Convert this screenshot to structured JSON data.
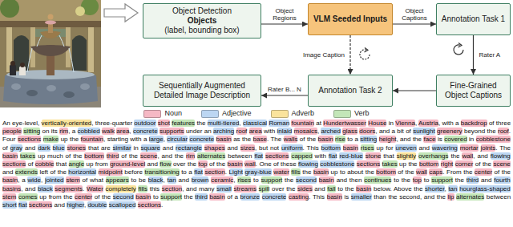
{
  "diagram": {
    "nodes": [
      {
        "text": [
          "Object Detection",
          "Objects",
          "(label, bounding box)"
        ]
      },
      {
        "text": [
          "VLM Seeded Inputs"
        ]
      },
      {
        "text": [
          "Annotation Task 1"
        ]
      },
      {
        "text": [
          "Fine-Grained Object Captions"
        ]
      },
      {
        "text": [
          "Annotation Task 2"
        ]
      },
      {
        "text": [
          "Sequentially Augmented Detailed Image Description"
        ]
      }
    ],
    "edges": [
      {
        "from": 0,
        "to": 1,
        "label": "Object Regions",
        "arrow": "to"
      },
      {
        "from": 1,
        "to": 2,
        "label": "Object Captions",
        "arrow": "to"
      },
      {
        "from": 2,
        "to": 3,
        "label": "Rater A",
        "arrow": "to"
      },
      {
        "from": 3,
        "to": 4,
        "arrow": "to"
      },
      {
        "from": 1,
        "to": 4,
        "label": "Image Caption",
        "arrow": "to"
      },
      {
        "from": 4,
        "to": 5,
        "label": "Rater B... N",
        "arrow": "to"
      }
    ],
    "labels": [
      "An eye-level, vertically-oriented, three-quarter outdoor shot features the multi-tiered, classical Roman fountain at Hundertwasser House in Vienna, Austria, with a backdrop of three people sitting on its rim, a cobbled walk area, concrete supports under an arching roof area with inlaid mosaics, arched glass doors, and a bit of sunlight greenery beyond the roof. Four sections make up the fountain, starting with a large, circular concrete basin as the base. The walls of the basin rise to a sitting height, and the face is covered in cobblestone of gray and dark blue stones that are similar in square and rectangle shapes and sizes, but not uniform. This bottom basin rises up for uneven and wavering mortar joints. The basin takes up much of the bottom third of the scene, and the rim alternates between flat sections capped with flat red-blue stone that slightly overhangs the wall, and flowing sections of cobble that angle up from ground-level and flow over the top of the basin wall. One of these flowing cobblestone sections takes up the bottom right corner of the scene and extends left of the horizontal midpoint before transitioning to a flat section. Light gray-blue water fills the basin up to about the bottom of the wall caps. From the center of the basin, a wide, jointed stem of what appears to be black, tan and brown ceramic, rises to support the second basin and then continues to the top to support the third and fourth basins, and black segments. Water completely fills this section, and many small streams spill over the sides and fall to the basin below. Above the shorter, tan hourglass-shaped stem comes up from the center of the second basin to support the third basin of a bronze concrete casting. This basin is smaller than the second, and the lip alternates between short flat sections and higher, double scalloped sections."
    ],
    "legend": [
      {
        "text": "Noun",
        "color": "#f5b8c4"
      },
      {
        "text": "Adjective",
        "color": "#bcd6f2"
      },
      {
        "text": "Adverb",
        "color": "#fae39c"
      },
      {
        "text": "Verb",
        "color": "#c3e6b8"
      }
    ]
  }
}
